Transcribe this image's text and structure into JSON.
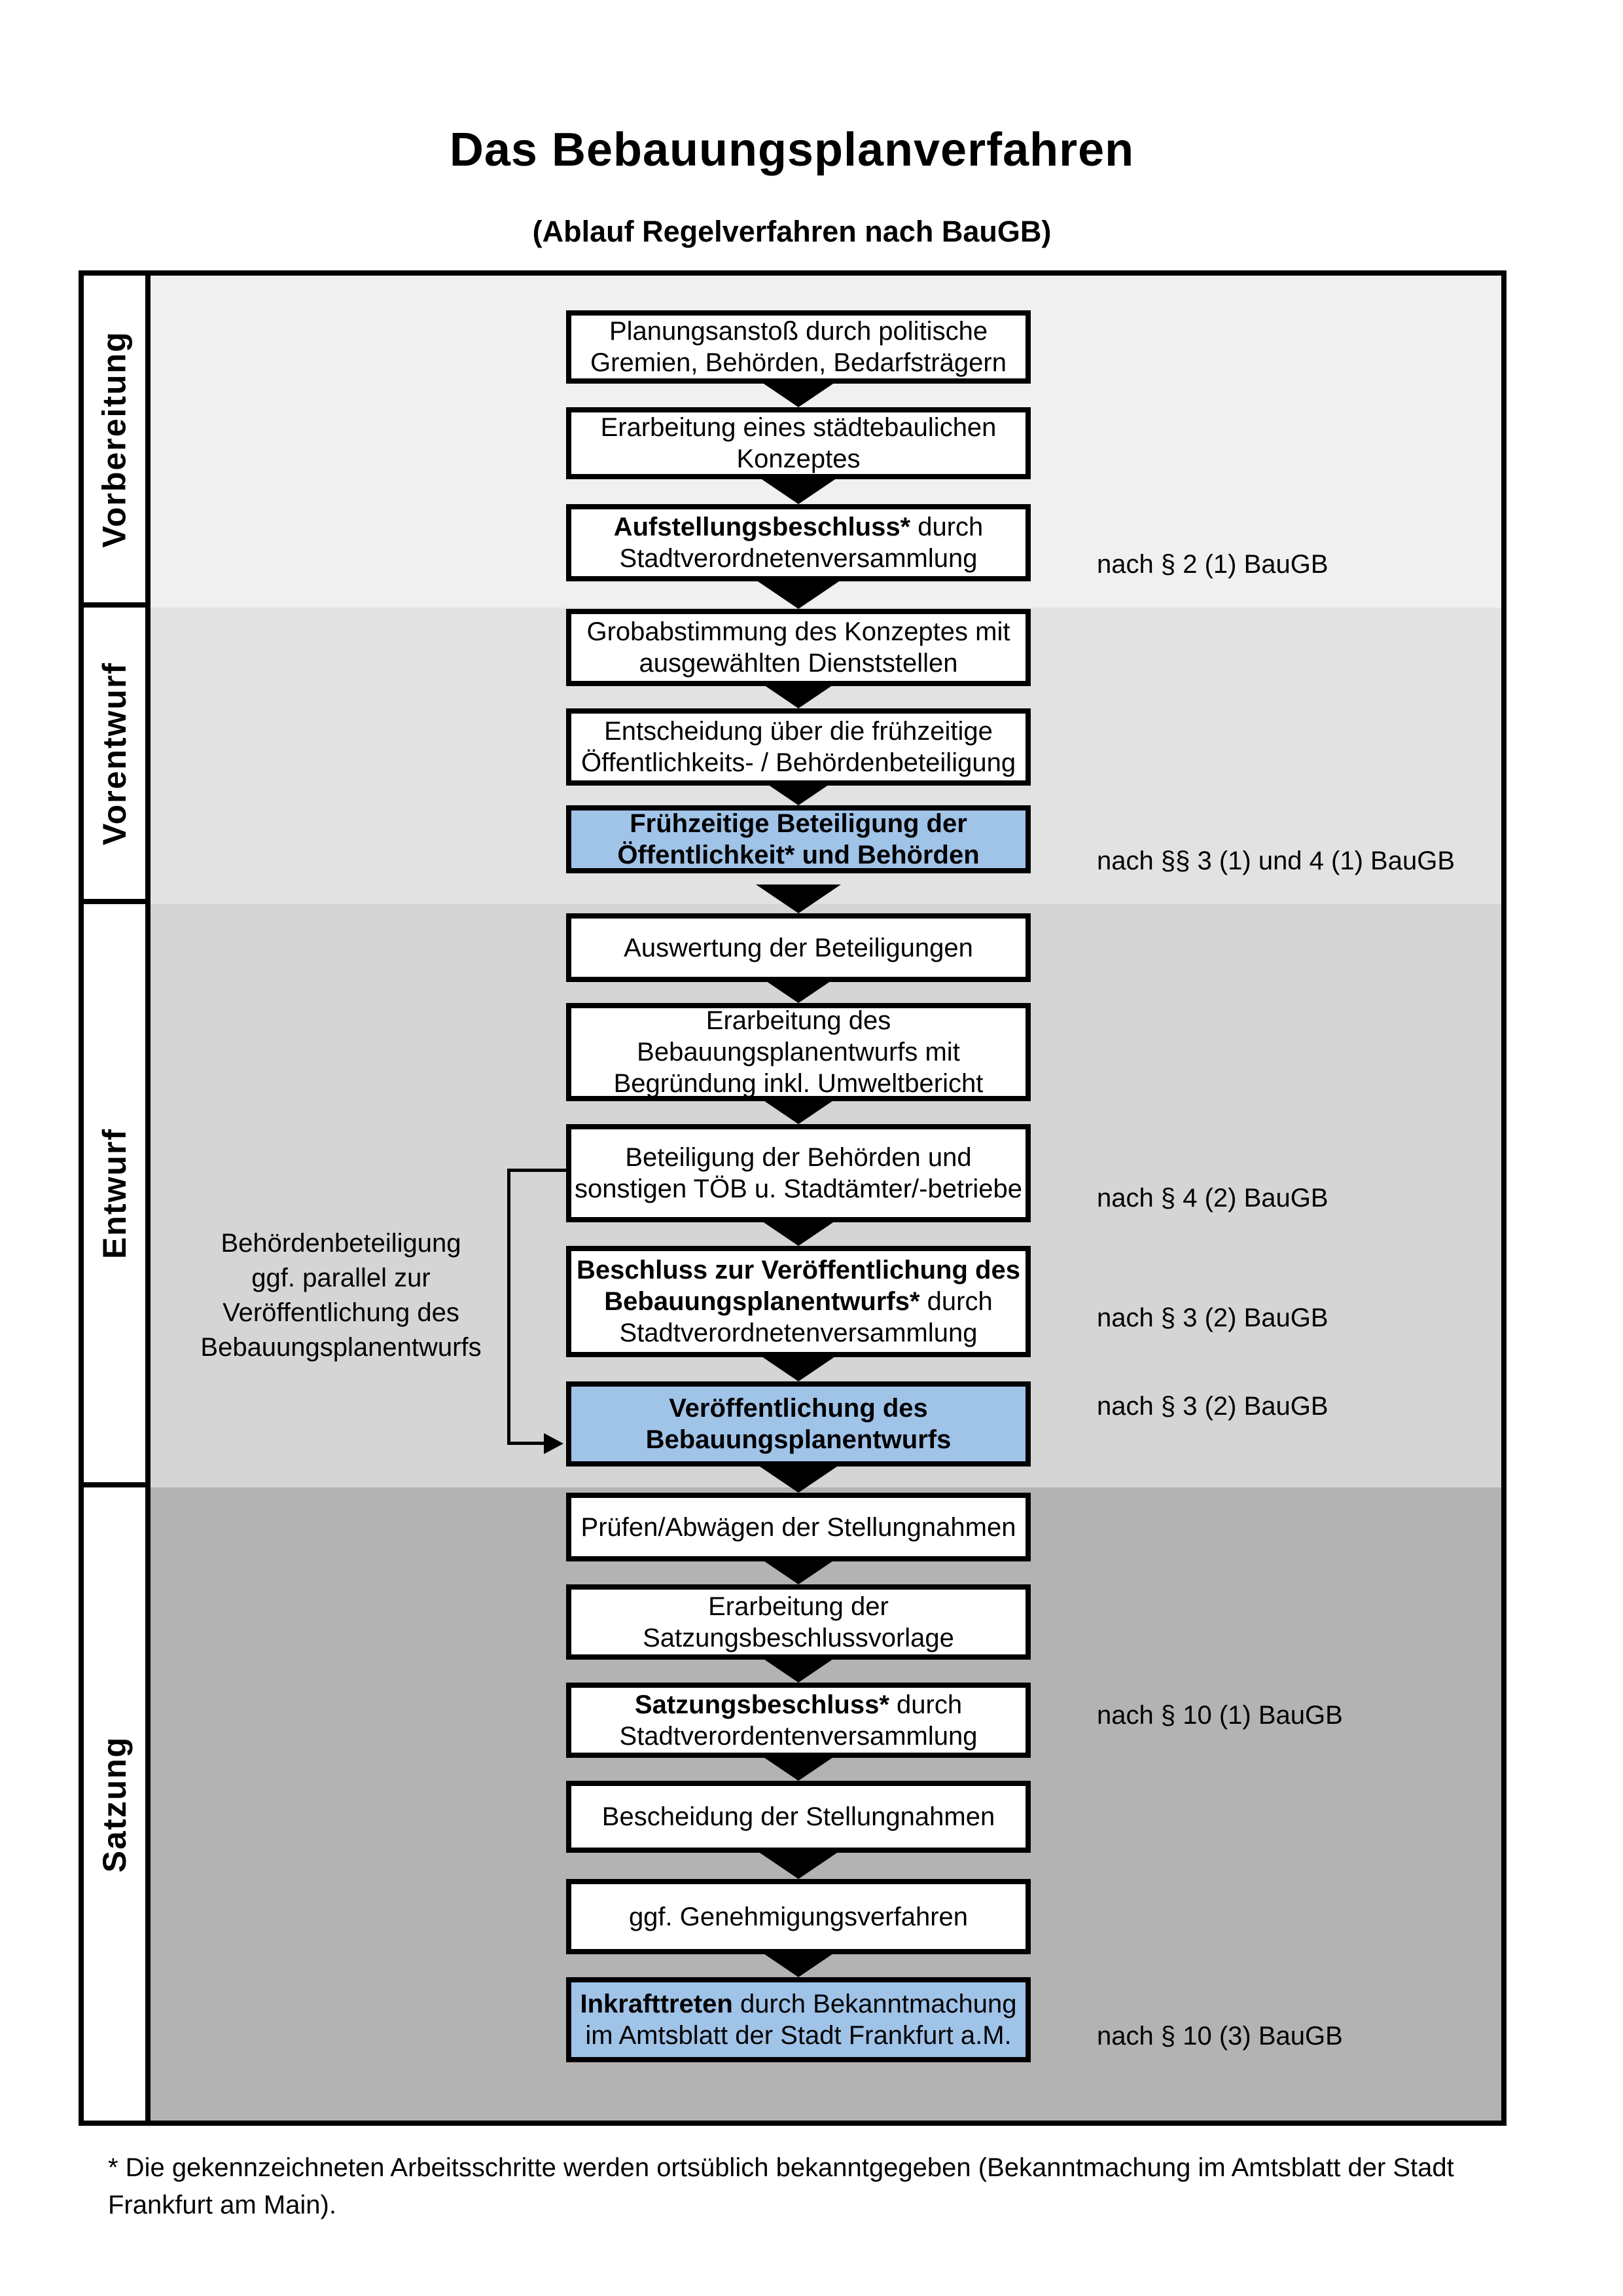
{
  "title": "Das Bebauungsplanverfahren",
  "subtitle": "(Ablauf Regelverfahren nach BauGB)",
  "colors": {
    "highlight_blue": "#a0c3e8",
    "section_backgrounds": [
      "#f0f0f0",
      "#e2e2e2",
      "#d5d5d5",
      "#b3b3b3"
    ],
    "border_black": "#000000"
  },
  "phases": [
    {
      "label": "Vorbereitung"
    },
    {
      "label": "Vorentwurf"
    },
    {
      "label": "Entwurf"
    },
    {
      "label": "Satzung"
    }
  ],
  "flow": {
    "v1": {
      "line1": "Planungsanstoß durch politische",
      "line2": "Gremien, Behörden, Bedarfsträgern"
    },
    "v2": {
      "line1": "Erarbeitung eines städtebaulichen",
      "line2": "Konzeptes"
    },
    "v3": {
      "line1_bold": "Aufstellungsbeschluss*",
      "line1_rest": " durch",
      "line2": "Stadtverordnetenversammlung"
    },
    "ve1": {
      "line1": "Grobabstimmung des Konzeptes mit",
      "line2": "ausgewählten Dienststellen"
    },
    "ve2": {
      "line1": "Entscheidung über die frühzeitige",
      "line2": "Öffentlichkeits- / Behördenbeteiligung"
    },
    "ve3": {
      "line1": "Frühzeitige Beteiligung der",
      "line2": "Öffentlichkeit* und Behörden"
    },
    "e1": {
      "line1": "Auswertung der Beteiligungen"
    },
    "e2": {
      "line1": "Erarbeitung des",
      "line2": "Bebauungsplanentwurfs mit",
      "line3": "Begründung inkl. Umweltbericht"
    },
    "e3": {
      "line1": "Beteiligung der Behörden und",
      "line2": "sonstigen TÖB u. Stadtämter/-betriebe"
    },
    "e4": {
      "line1_bold": "Beschluss zur Veröffentlichung des",
      "line2_bold": "Bebauungsplanentwurfs*",
      "line2_rest": " durch",
      "line3": "Stadtverordnetenversammlung"
    },
    "e5": {
      "line1": "Veröffentlichung des",
      "line2": "Bebauungsplanentwurfs"
    },
    "s1": {
      "line1": "Prüfen/Abwägen der Stellungnahmen"
    },
    "s2": {
      "line1": "Erarbeitung der",
      "line2": "Satzungsbeschlussvorlage"
    },
    "s3": {
      "line1_bold": "Satzungsbeschluss*",
      "line1_rest": " durch",
      "line2": "Stadtverordentenversammlung"
    },
    "s4": {
      "line1": "Bescheidung der Stellungnahmen"
    },
    "s5": {
      "line1": "ggf. Genehmigungsverfahren"
    },
    "s6": {
      "line1_bold": "Inkrafttreten",
      "line1_rest": " durch Bekanntmachung",
      "line2": "im Amtsblatt der Stadt Frankfurt a.M."
    }
  },
  "references": {
    "r1": "nach § 2 (1) BauGB",
    "r2": "nach §§ 3 (1) und 4 (1) BauGB",
    "r3": "nach § 4 (2) BauGB",
    "r4": "nach § 3 (2) BauGB",
    "r5": "nach § 3 (2) BauGB",
    "r6": "nach § 10 (1) BauGB",
    "r7": "nach § 10 (3) BauGB"
  },
  "side_note": {
    "line1": "Behördenbeteiligung",
    "line2": "ggf. parallel zur",
    "line3": "Veröffentlichung des",
    "line4": "Bebauungsplanentwurfs"
  },
  "footnote": "* Die gekennzeichneten Arbeitsschritte werden ortsüblich bekanntgegeben (Bekanntmachung im Amtsblatt  der Stadt Frankfurt am Main)."
}
